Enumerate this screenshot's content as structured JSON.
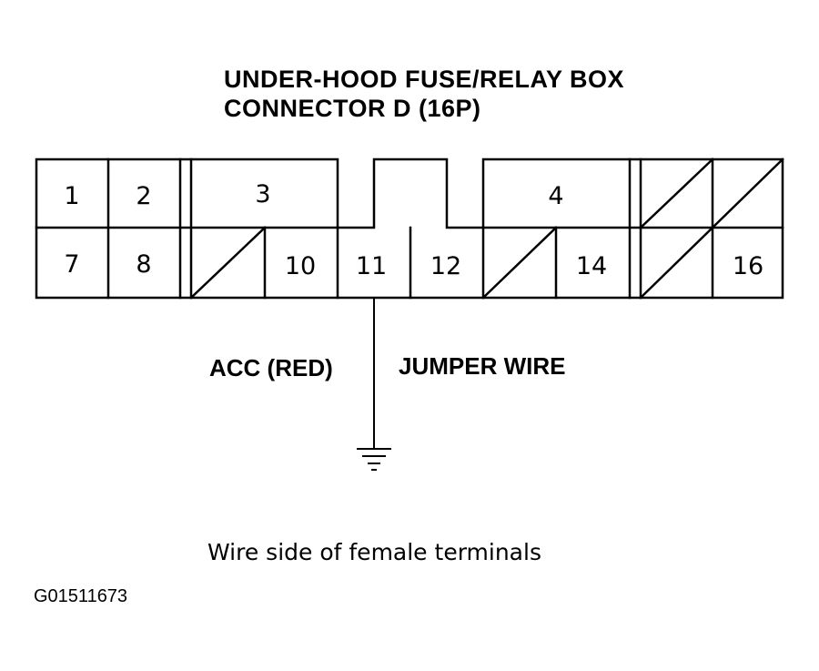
{
  "title": {
    "line1": "UNDER-HOOD FUSE/RELAY BOX",
    "line2": "CONNECTOR D (16P)"
  },
  "terminals": {
    "t1": "1",
    "t2": "2",
    "t3": "3",
    "t4": "4",
    "t7": "7",
    "t8": "8",
    "t10": "10",
    "t11": "11",
    "t12": "12",
    "t14": "14",
    "t16": "16"
  },
  "callouts": {
    "acc": "ACC (RED)",
    "jumper": "JUMPER WIRE"
  },
  "caption": "Wire side of female terminals",
  "figure_id": "G01511673",
  "colors": {
    "line": "#000000",
    "background": "#ffffff"
  },
  "icons": {
    "ground": "ground-symbol-icon"
  }
}
